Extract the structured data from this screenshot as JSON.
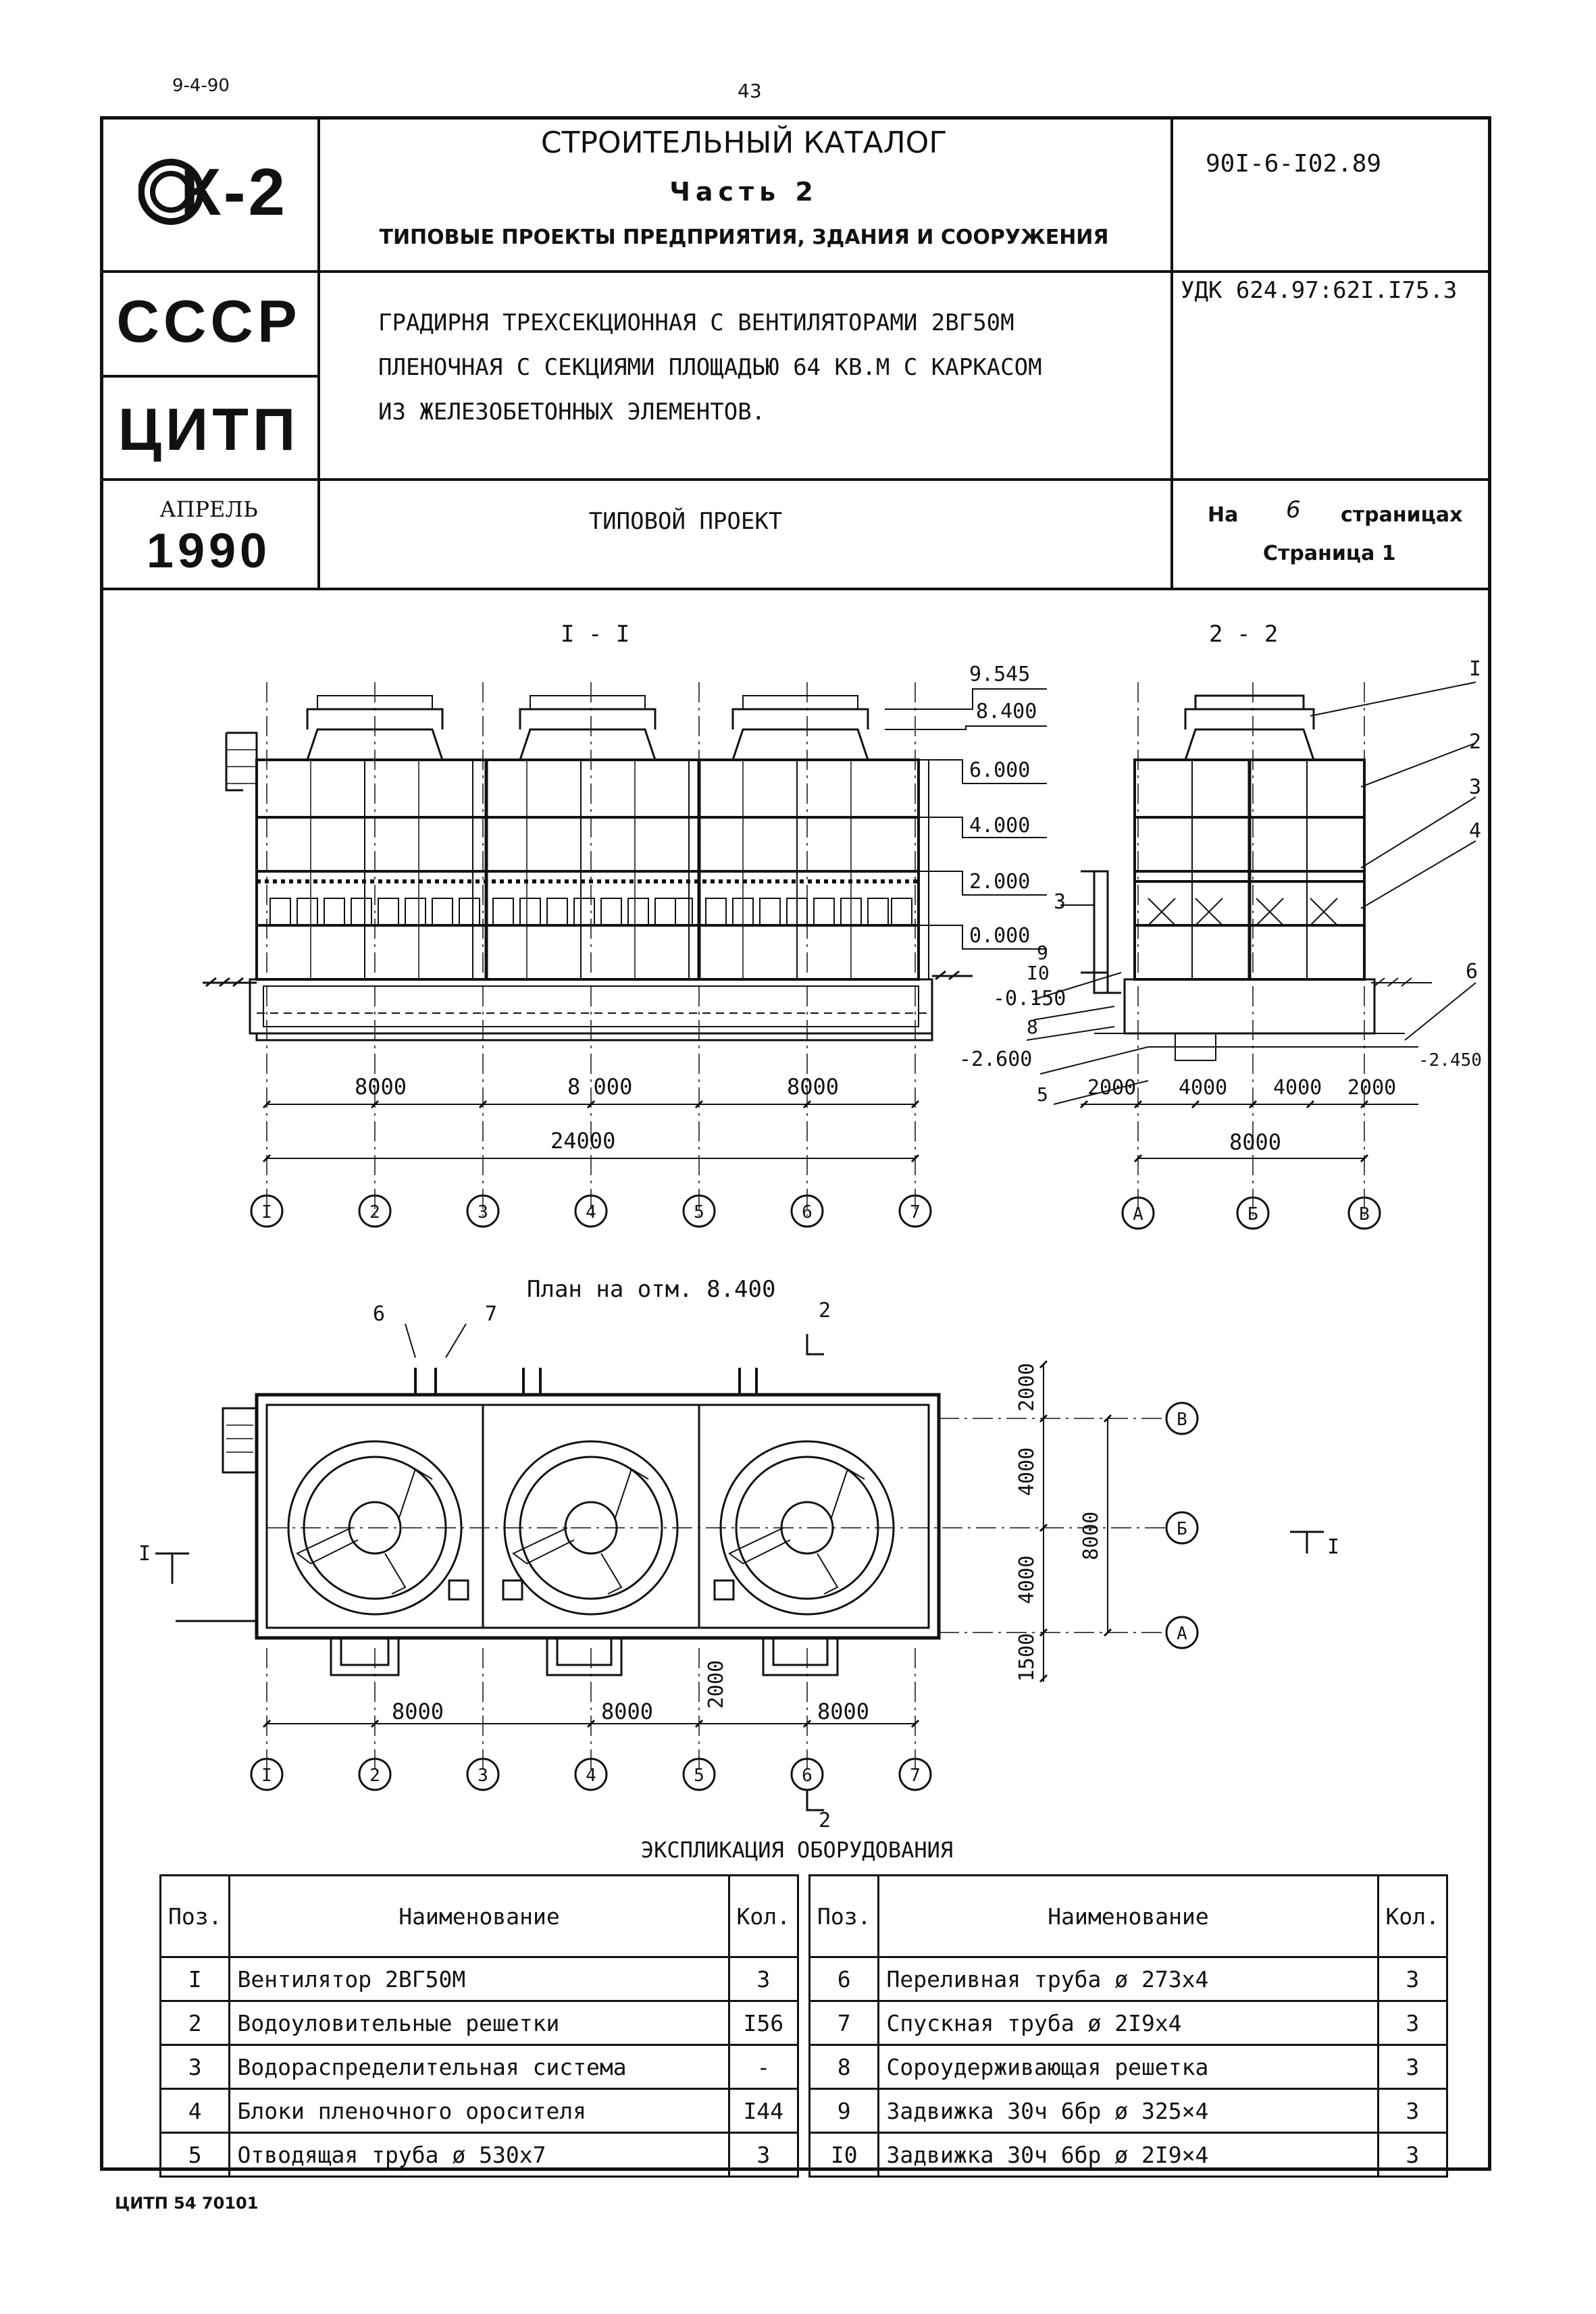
{
  "top_left_code": "9-4-90",
  "page_number": "43",
  "logo": {
    "text": "К-2"
  },
  "header": {
    "catalog_title": "СТРОИТЕЛЬНЫЙ КАТАЛОГ",
    "part": "Часть 2",
    "subtitle": "ТИПОВЫЕ ПРОЕКТЫ ПРЕДПРИЯТИЯ, ЗДАНИЯ И СООРУЖЕНИЯ",
    "project_code": "90I-6-I02.89",
    "udk": "УДК 624.97:62I.I75.3",
    "org1": "СССР",
    "org2": "ЦИТП",
    "description_lines": [
      "ГРАДИРНЯ ТРЕХСЕКЦИОННАЯ С ВЕНТИЛЯТОРАМИ 2ВГ50М",
      "ПЛЕНОЧНАЯ С СЕКЦИЯМИ ПЛОЩАДЬЮ 64 КВ.М С КАРКАСОМ",
      "ИЗ ЖЕЛЕЗОБЕТОННЫХ ЭЛЕМЕНТОВ."
    ],
    "month": "АПРЕЛЬ",
    "year": "1990",
    "doc_type": "ТИПОВОЙ ПРОЕКТ",
    "pages_prefix": "На",
    "pages_count": "6",
    "pages_suffix": "страницах",
    "page_label": "Страница 1"
  },
  "drawing": {
    "section1_title": "I - I",
    "section2_title": "2 - 2",
    "plan_title": "План на отм. 8.400",
    "elevations": [
      "9.545",
      "8.400",
      "6.000",
      "4.000",
      "2.000",
      "0.000",
      "-0.150",
      "-2.600",
      "-2.450"
    ],
    "section1_dims": [
      "8000",
      "8 000",
      "8000"
    ],
    "section1_total": "24000",
    "section2_dims": [
      "2000",
      "4000",
      "4000",
      "2000"
    ],
    "section2_total": "8000",
    "axes_numbers": [
      "I",
      "2",
      "3",
      "4",
      "5",
      "6",
      "7"
    ],
    "axes_letters": [
      "А",
      "Б",
      "В"
    ],
    "section2_callouts": [
      "I",
      "2",
      "3",
      "4",
      "6"
    ],
    "section1_callouts": [
      "3",
      "9",
      "10",
      "8",
      "5"
    ],
    "plan_callouts": [
      "6",
      "7",
      "2",
      "2"
    ],
    "plan_side_marks": [
      "I",
      "I"
    ],
    "plan_vertical_dims": [
      "2000",
      "4000",
      "4000",
      "1500"
    ],
    "plan_total_vertical": "8000",
    "plan_dims": [
      "8000",
      "8000",
      "8000"
    ],
    "plan_small_dim": "2000"
  },
  "explication": {
    "title": "ЭКСПЛИКАЦИЯ ОБОРУДОВАНИЯ",
    "col_pos": "Поз.",
    "col_name": "Наименование",
    "col_qty": "Кол.",
    "left_rows": [
      {
        "pos": "I",
        "name": "Вентилятор 2ВГ50М",
        "qty": "3"
      },
      {
        "pos": "2",
        "name": "Водоуловительные решетки",
        "qty": "I56"
      },
      {
        "pos": "3",
        "name": "Водораспределительная система",
        "qty": "-"
      },
      {
        "pos": "4",
        "name": "Блоки пленочного оросителя",
        "qty": "I44"
      },
      {
        "pos": "5",
        "name": "Отводящая труба ø 530х7",
        "qty": "3"
      }
    ],
    "right_rows": [
      {
        "pos": "6",
        "name": "Переливная труба ø 273х4",
        "qty": "3"
      },
      {
        "pos": "7",
        "name": "Спускная труба ø 2I9х4",
        "qty": "3"
      },
      {
        "pos": "8",
        "name": "Сороудерживающая решетка",
        "qty": "3"
      },
      {
        "pos": "9",
        "name": "Задвижка 30ч 6бр ø 325×4",
        "qty": "3"
      },
      {
        "pos": "I0",
        "name": "Задвижка 30ч 6бр ø 2I9×4",
        "qty": "3"
      }
    ]
  },
  "footer_code": "ЦИТП 54 70101"
}
